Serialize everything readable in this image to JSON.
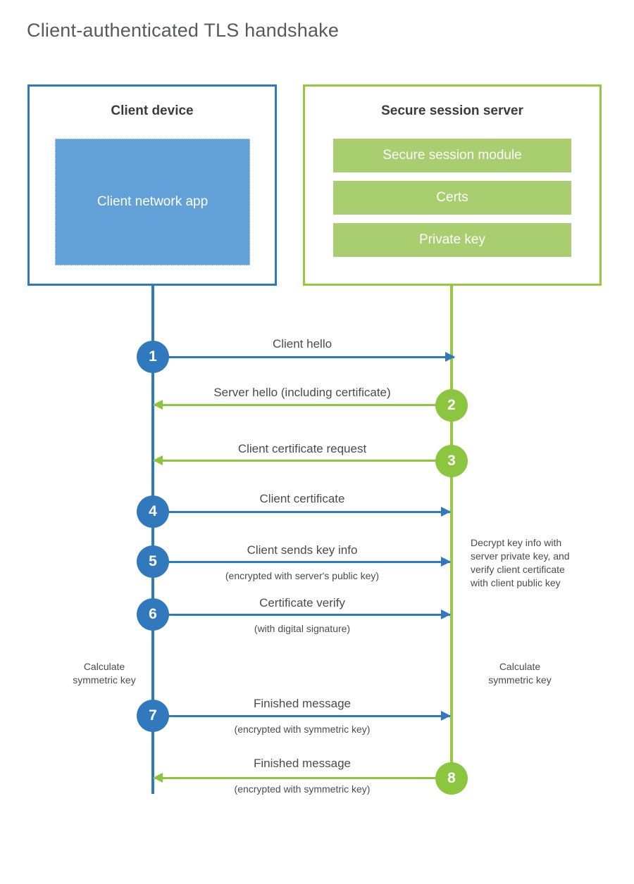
{
  "title": "Client-authenticated TLS handshake",
  "colors": {
    "client_blue": "#3179bd",
    "client_app_fill": "#62a0d8",
    "server_green": "#95c83e",
    "server_bar_fill": "#a8ce6f",
    "arrow_green": "#8cc63f",
    "text": "#4b4b4d",
    "title_text": "#58595b",
    "background": "#ffffff"
  },
  "client": {
    "title": "Client device",
    "app_label": "Client network app"
  },
  "server": {
    "title": "Secure session server",
    "modules": [
      "Secure session module",
      "Certs",
      "Private key"
    ]
  },
  "notes": {
    "client_calculate": "Calculate\nsymmetric key",
    "client_calculate_line1": "Calculate",
    "client_calculate_line2": "symmetric key",
    "server_calculate_line1": "Calculate",
    "server_calculate_line2": "symmetric key",
    "server_decrypt_line1": "Decrypt key info with",
    "server_decrypt_line2": "server private key, and",
    "server_decrypt_line3": "verify client certificate",
    "server_decrypt_line4": "with client public key"
  },
  "steps": [
    {
      "number": "1",
      "direction": "client-to-server",
      "color": "blue",
      "label": "Client hello",
      "sublabel": ""
    },
    {
      "number": "2",
      "direction": "server-to-client",
      "color": "green",
      "label": "Server hello (including certificate)",
      "sublabel": ""
    },
    {
      "number": "3",
      "direction": "server-to-client",
      "color": "green",
      "label": "Client certificate request",
      "sublabel": ""
    },
    {
      "number": "4",
      "direction": "client-to-server",
      "color": "blue",
      "label": "Client certificate",
      "sublabel": ""
    },
    {
      "number": "5",
      "direction": "client-to-server",
      "color": "blue",
      "label": "Client sends key info",
      "sublabel": "(encrypted with server's public key)"
    },
    {
      "number": "6",
      "direction": "client-to-server",
      "color": "blue",
      "label": "Certificate verify",
      "sublabel": "(with digital signature)"
    },
    {
      "number": "7",
      "direction": "client-to-server",
      "color": "blue",
      "label": "Finished message",
      "sublabel": "(encrypted with symmetric key)"
    },
    {
      "number": "8",
      "direction": "server-to-client",
      "color": "green",
      "label": "Finished message",
      "sublabel": "(encrypted with symmetric key)"
    }
  ]
}
